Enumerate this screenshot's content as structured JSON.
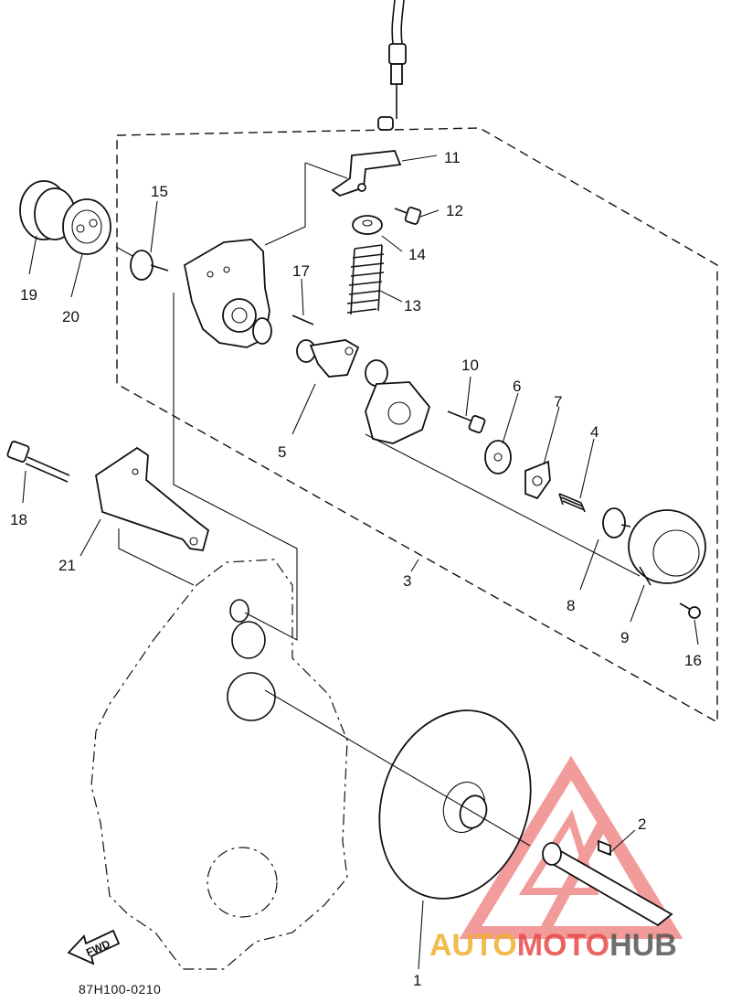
{
  "diagram": {
    "figure_code": "87H100-0210",
    "direction_label": "FWD",
    "watermark": {
      "part1": "AUTO",
      "part2": "MOTO",
      "part3": "HUB",
      "color_primary": "#e84a4a",
      "color_secondary": "#f0b030",
      "color_dark": "#555555"
    },
    "part_numbers": [
      "1",
      "2",
      "3",
      "4",
      "5",
      "6",
      "7",
      "8",
      "9",
      "10",
      "11",
      "12",
      "13",
      "14",
      "15",
      "16",
      "17",
      "18",
      "19",
      "20",
      "21"
    ]
  }
}
